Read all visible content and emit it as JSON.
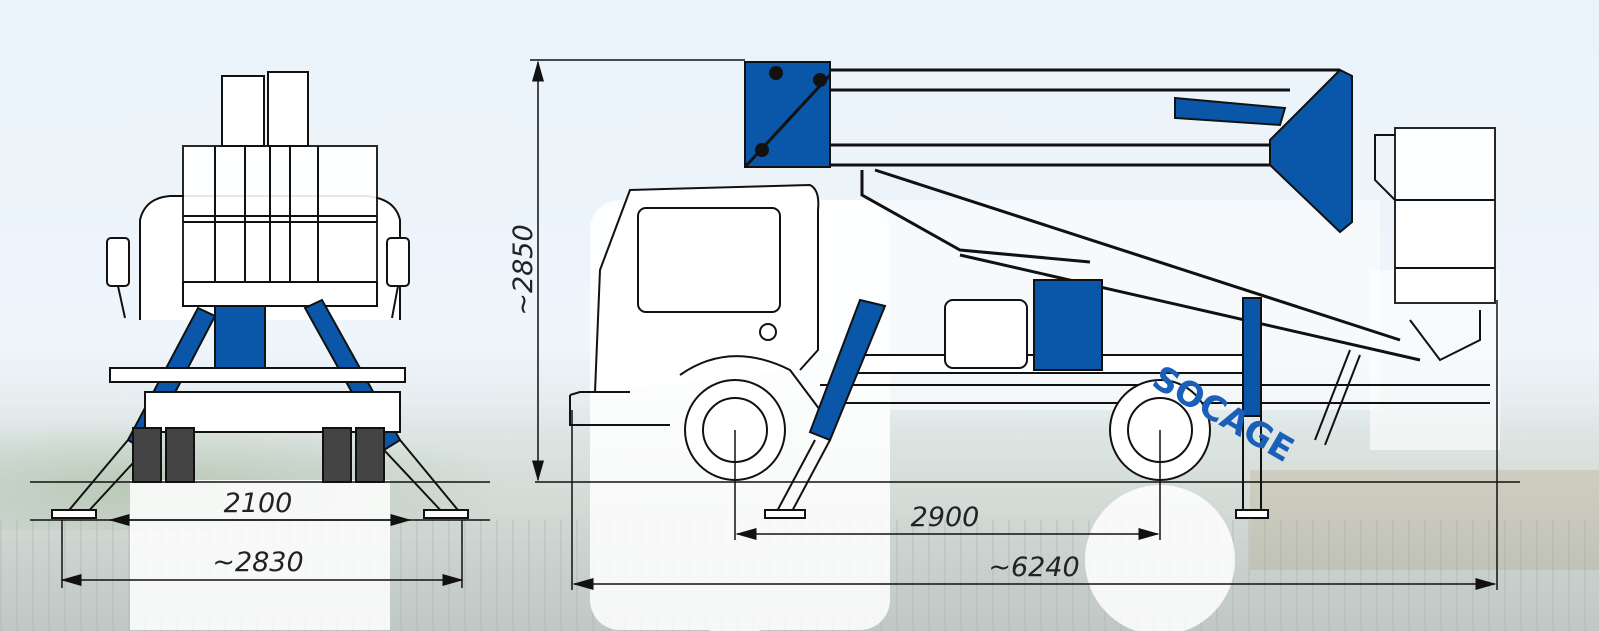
{
  "diagram": {
    "subject": "Truck-mounted aerial work platform technical drawing",
    "views": [
      "front-view",
      "side-view"
    ],
    "brand_logo": "SOCAGE",
    "colors": {
      "accent_blue": "#0a56a8",
      "line": "#1a1a1a",
      "background_sky": "#eaf3fa",
      "white_silhouette": "#ffffff"
    },
    "front_view": {
      "dimensions": {
        "track_width": "2100",
        "outrigger_span": "~2830"
      }
    },
    "side_view": {
      "dimensions": {
        "transport_height": "~2850",
        "wheelbase": "2900",
        "overall_length": "~6240"
      }
    }
  }
}
